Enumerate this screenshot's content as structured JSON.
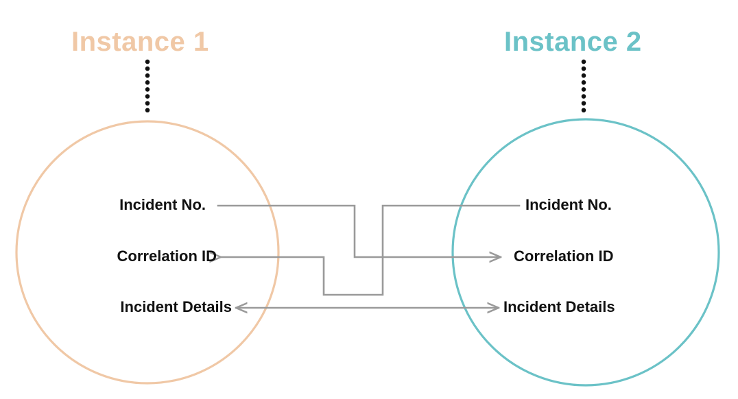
{
  "diagram": {
    "type": "correlation-mapping-diagram",
    "instances": [
      {
        "id": "instance-1",
        "title": "Instance 1",
        "color": "#f0c8a6",
        "fields": [
          "Incident No.",
          "Correlation ID",
          "Incident Details"
        ]
      },
      {
        "id": "instance-2",
        "title": "Instance 2",
        "color": "#6bc2c7",
        "fields": [
          "Incident No.",
          "Correlation ID",
          "Incident Details"
        ]
      }
    ],
    "connector_color": "#9a9a9a",
    "dotted_line_color": "#111111",
    "mappings": [
      {
        "from": "Instance 1 / Incident No.",
        "to": "Instance 2 / Correlation ID",
        "direction": "right"
      },
      {
        "from": "Instance 2 / Incident No.",
        "to": "Instance 1 / Correlation ID",
        "direction": "left"
      },
      {
        "from": "Instance 1 / Incident Details",
        "to": "Instance 2 / Incident Details",
        "direction": "both"
      }
    ]
  }
}
